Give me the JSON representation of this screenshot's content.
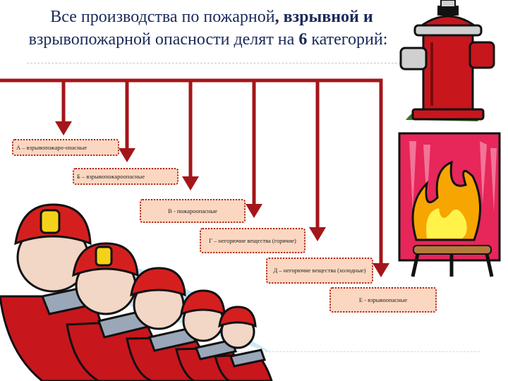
{
  "title": {
    "line1_a": "Все производства по пожарной",
    "line1_b": ", взрывной и",
    "line2_a": "взрывопожарной опасности делят на ",
    "line2_num": "6",
    "line2_b": " категорий:"
  },
  "categories": [
    {
      "label": "А – взрывопожаро-опасные"
    },
    {
      "label": "Б – взрывопожароопасные"
    },
    {
      "label": "В - пожароопасные"
    },
    {
      "label": "Г – негорючие вещества (горячие)"
    },
    {
      "label": "Д – негорючие вещества (холодные)"
    },
    {
      "label": "Е - взрывоопасные"
    }
  ],
  "colors": {
    "arrow": "#a4161a",
    "box_fill": "#fbd7c1",
    "box_border": "#b0251a",
    "title": "#1a2a5a"
  },
  "illustrations": [
    "fire-hydrant",
    "campfire",
    "firefighters-with-hose"
  ]
}
